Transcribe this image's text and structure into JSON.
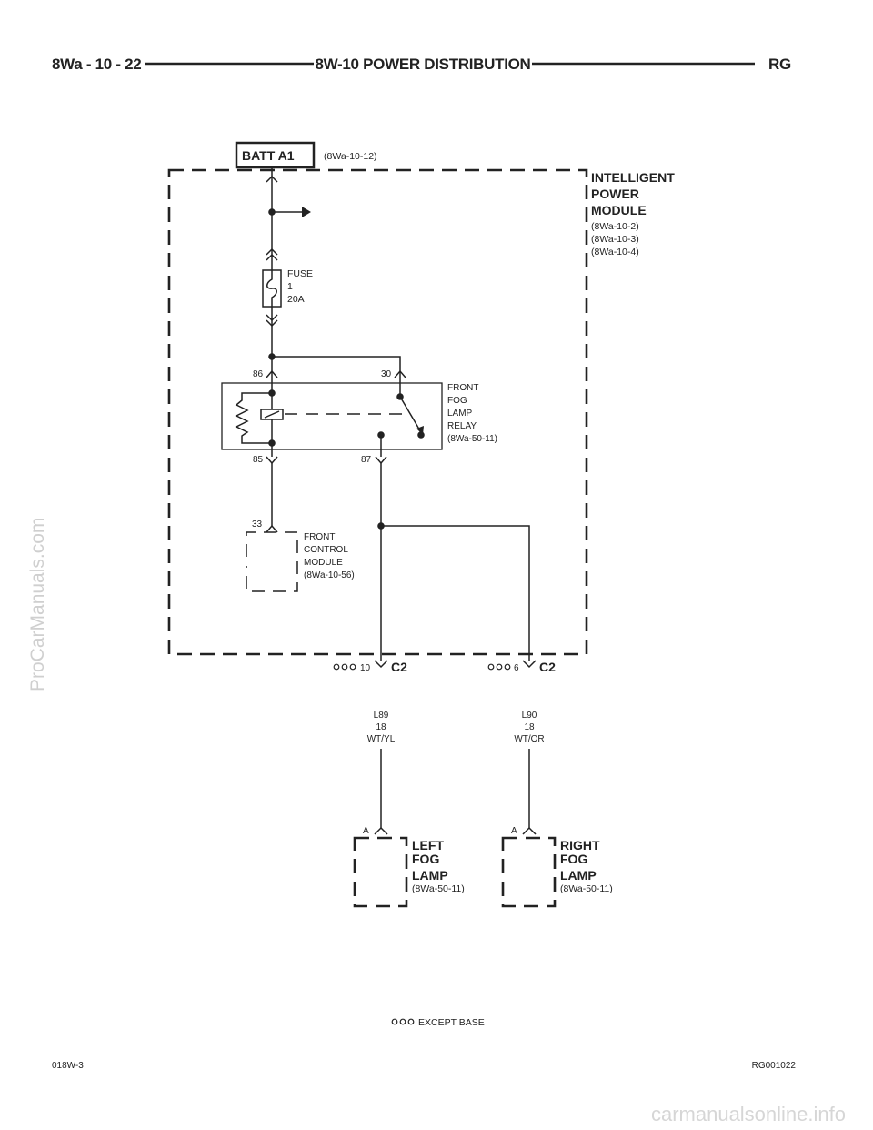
{
  "header": {
    "left": "8Wa - 10 - 22",
    "title": "8W-10 POWER DISTRIBUTION",
    "right": "RG"
  },
  "batt": {
    "label": "BATT A1",
    "ref": "(8Wa-10-12)"
  },
  "ipm": {
    "name_lines": [
      "INTELLIGENT",
      "POWER",
      "MODULE"
    ],
    "refs": [
      "(8Wa-10-2)",
      "(8Wa-10-3)",
      "(8Wa-10-4)"
    ]
  },
  "fuse": {
    "lines": [
      "FUSE",
      "1",
      "20A"
    ]
  },
  "relay": {
    "pins": {
      "p86": "86",
      "p30": "30",
      "p85": "85",
      "p87": "87"
    },
    "label_lines": [
      "FRONT",
      "FOG",
      "LAMP",
      "RELAY",
      "(8Wa-50-11)"
    ]
  },
  "fcm": {
    "pin": "33",
    "label_lines": [
      "FRONT",
      "CONTROL",
      "MODULE",
      "(8Wa-10-56)"
    ]
  },
  "connectors": {
    "left": {
      "pin": "10",
      "name": "C2"
    },
    "right": {
      "pin": "6",
      "name": "C2"
    }
  },
  "wires": {
    "left": [
      "L89",
      "18",
      "WT/YL"
    ],
    "right": [
      "L90",
      "18",
      "WT/OR"
    ]
  },
  "lamps": {
    "left": {
      "pin": "A",
      "name_lines": [
        "LEFT",
        "FOG",
        "LAMP"
      ],
      "ref": "(8Wa-50-11)"
    },
    "right": {
      "pin": "A",
      "name_lines": [
        "RIGHT",
        "FOG",
        "LAMP"
      ],
      "ref": "(8Wa-50-11)"
    }
  },
  "legend": {
    "text": "EXCEPT BASE"
  },
  "footer": {
    "left": "018W-3",
    "right": "RG001022"
  },
  "watermarks": {
    "left": "ProCarManuals.com",
    "bottom": "carmanualsonline.info"
  }
}
